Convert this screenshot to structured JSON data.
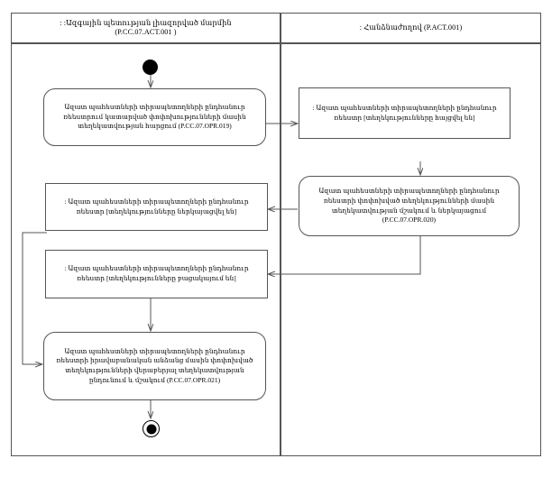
{
  "diagram": {
    "type": "uml-activity-diagram",
    "title_visible": false,
    "lanes": [
      {
        "id": "lane-left",
        "name": ": :Ազգային պետության լիազորված մարմին (P.CC.07.ACT.001 )",
        "header_line1": ": :Ազգային պետության լիազորված մարմին",
        "header_line2": "(P.CC.07.ACT.001 )"
      },
      {
        "id": "lane-right",
        "name": ": Հանձնաժողով (P.ACT.001)",
        "header_line1": ": Հանձնաժողով (P.ACT.001)",
        "header_line2": ""
      }
    ],
    "nodes": [
      {
        "id": "initial",
        "kind": "initial-node",
        "lane": "lane-left",
        "label": ""
      },
      {
        "id": "action-019",
        "kind": "action",
        "lane": "lane-left",
        "label": "Ազատ պահեստների տիրապետողների ընդհանուր ռեեստրում կատարված փոփոխությունների մասին տեղեկատվության հարցում (P.CC.07.OPR.019)",
        "code": "P.CC.07.OPR.019"
      },
      {
        "id": "object-requested",
        "kind": "object",
        "lane": "lane-right",
        "label": ": Ազատ պահեստների տիրապետողների ընդհանուր ռեեստր [տեղեկությունները հայցվել են]",
        "state": "[տեղեկությունները հայցվել են]"
      },
      {
        "id": "action-020",
        "kind": "action",
        "lane": "lane-right",
        "label": "Ազատ պահեստների տիրապետողների ընդհանուր ռեեստրի փոփոխված տեղեկությունների մասին տեղեկատվության մշակում և ներկայացում (P.CC.07.OPR.020)",
        "code": "P.CC.07.OPR.020"
      },
      {
        "id": "object-presented",
        "kind": "object",
        "lane": "lane-left",
        "label": ": Ազատ պահեստների տիրապետողների ընդհանուր ռեեստր [տեղեկությունները ներկայացվել են]",
        "state": "[տեղեկությունները ներկայացվել են]"
      },
      {
        "id": "object-absent",
        "kind": "object",
        "lane": "lane-left",
        "label": ": Ազատ պահեստների տիրապետողների ընդհանուր ռեեստր [տեղեկությունները բացակայում են]",
        "state": "[տեղեկությունները բացակայում են]"
      },
      {
        "id": "action-021",
        "kind": "action",
        "lane": "lane-left",
        "label": "Ազատ պահեստների տիրապետողների ընդհանուր ռեեստրի իրավաբանական անձանց մասին փոփոխված տեղեկությունների վերաբերյալ տեղեկատվության ընդունում և մշակում (P.CC.07.OPR.021)",
        "code": "P.CC.07.OPR.021"
      },
      {
        "id": "final",
        "kind": "final-node",
        "lane": "lane-left",
        "label": ""
      }
    ],
    "edges": [
      {
        "id": "e1",
        "from": "initial",
        "to": "action-019",
        "label": ""
      },
      {
        "id": "e2",
        "from": "action-019",
        "to": "object-requested",
        "label": ""
      },
      {
        "id": "e3",
        "from": "object-requested",
        "to": "action-020",
        "label": ""
      },
      {
        "id": "e4",
        "from": "action-020",
        "to": "object-presented",
        "label": ""
      },
      {
        "id": "e5",
        "from": "action-020",
        "to": "object-absent",
        "label": ""
      },
      {
        "id": "e6",
        "from": "object-presented",
        "to": "action-021",
        "label": ""
      },
      {
        "id": "e7",
        "from": "object-absent",
        "to": "action-021",
        "label": ""
      },
      {
        "id": "e8",
        "from": "action-021",
        "to": "final",
        "label": ""
      }
    ],
    "colors": {
      "background": "#ffffff",
      "stroke": "#555555",
      "text": "#000000",
      "node_fill": "#ffffff",
      "marker_fill": "#000000"
    }
  }
}
